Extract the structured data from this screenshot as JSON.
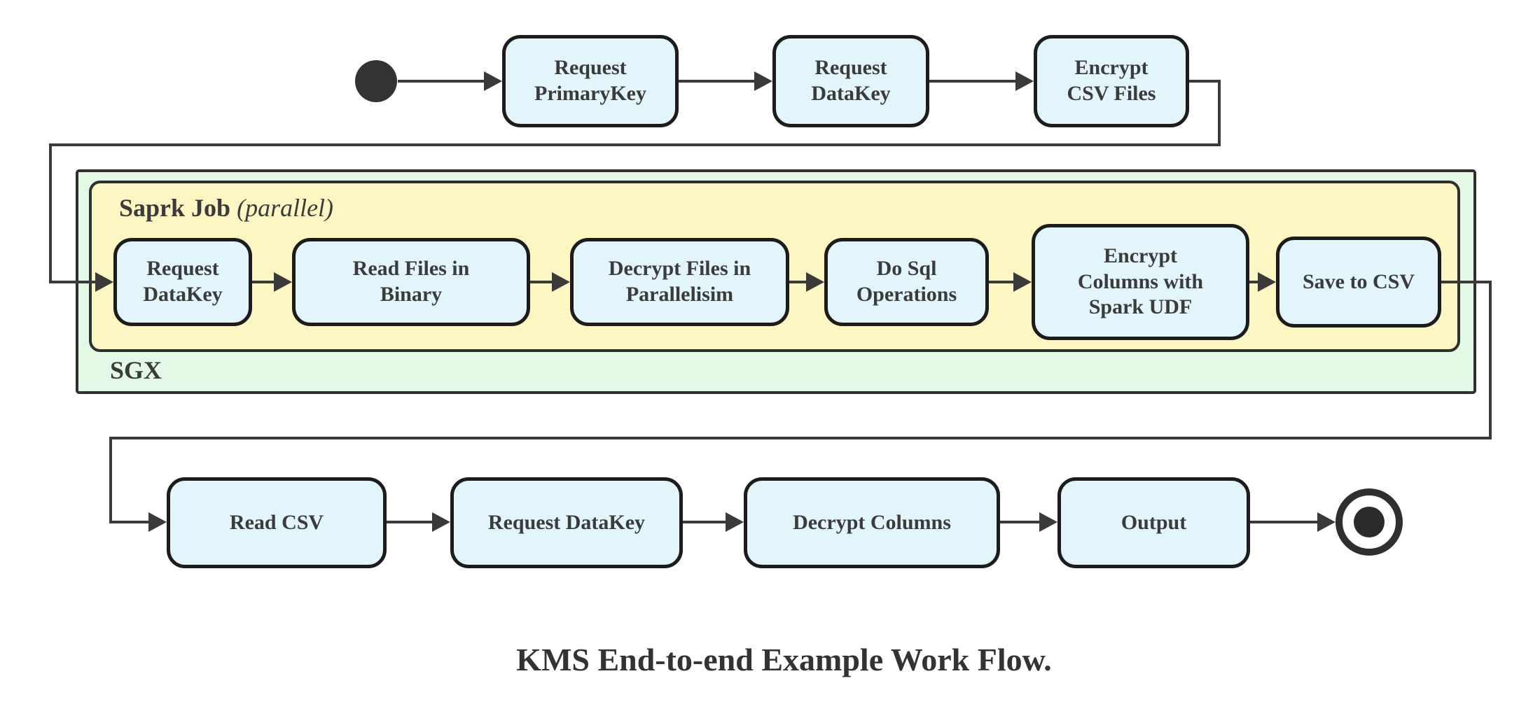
{
  "diagram": {
    "caption": "KMS End-to-end Example Work Flow.",
    "containers": {
      "sgx": {
        "label": "SGX"
      },
      "spark_job": {
        "title": "Saprk Job",
        "qualifier": "(parallel)"
      }
    },
    "nodes": {
      "top": [
        {
          "label": "Request\nPrimaryKey"
        },
        {
          "label": "Request\nDataKey"
        },
        {
          "label": "Encrypt\nCSV Files"
        }
      ],
      "spark": [
        {
          "label": "Request\nDataKey"
        },
        {
          "label": "Read Files in\nBinary"
        },
        {
          "label": "Decrypt Files in\nParallelisim"
        },
        {
          "label": "Do Sql\nOperations"
        },
        {
          "label": "Encrypt\nColumns with\nSpark UDF"
        },
        {
          "label": "Save to CSV"
        }
      ],
      "bottom": [
        {
          "label": "Read CSV"
        },
        {
          "label": "Request DataKey"
        },
        {
          "label": "Decrypt Columns"
        },
        {
          "label": "Output"
        }
      ]
    },
    "markers": {
      "start": "initial-state",
      "end": "final-state"
    },
    "colors": {
      "node_fill": "#e1f5fb",
      "node_border": "#1c1c1c",
      "sgx_fill": "#e3f8e5",
      "spark_job_fill": "#fcf6c3",
      "connector": "#3a3a3a",
      "text": "#3b3b3b"
    }
  }
}
